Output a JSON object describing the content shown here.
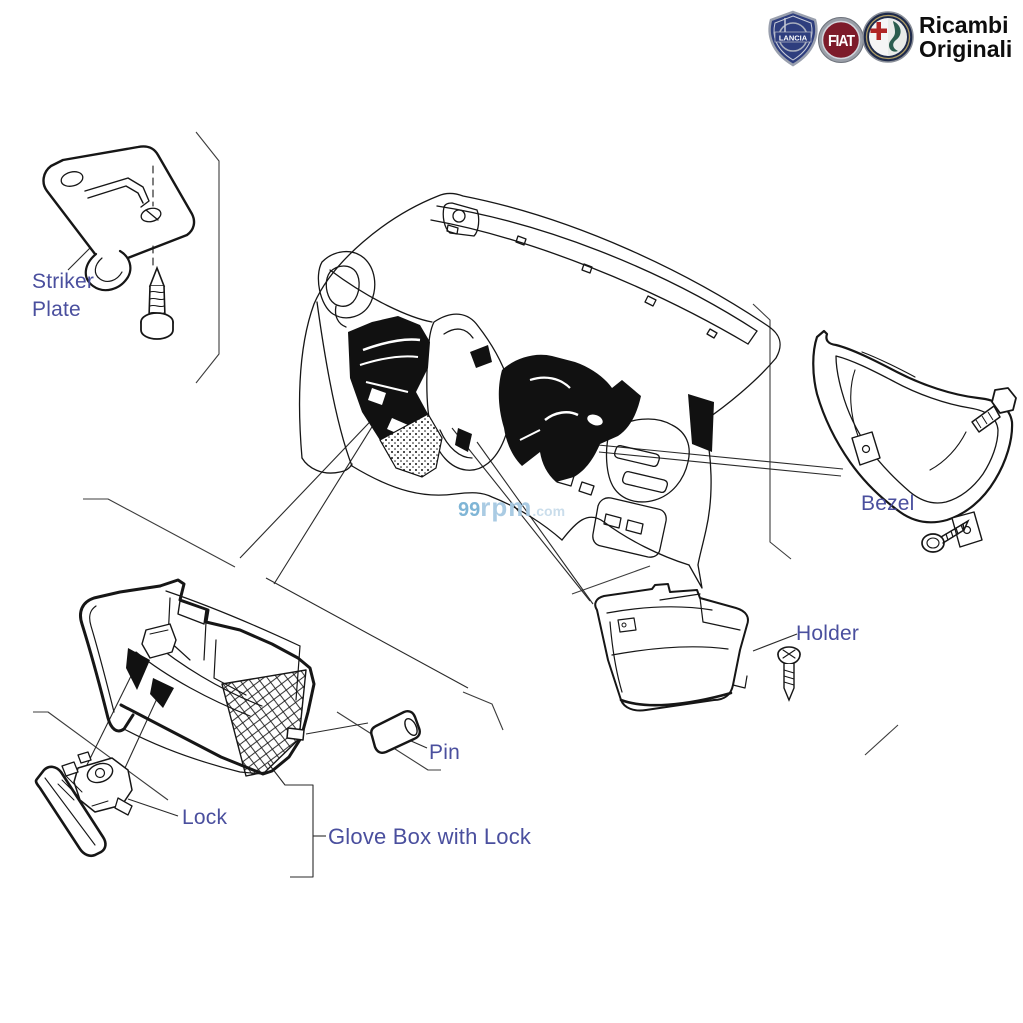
{
  "brand": {
    "line1": "Ricambi",
    "line2": "Originali",
    "lancia_text": "LANCIA",
    "fiat_text": "FIAT"
  },
  "watermark": {
    "part1": "99",
    "part2": "rpm",
    "part3": ".com"
  },
  "labels": {
    "striker_plate": "Striker\nPlate",
    "bezel": "Bezel",
    "holder": "Holder",
    "pin": "Pin",
    "lock": "Lock",
    "glove_box": "Glove Box with Lock"
  },
  "colors": {
    "label": "#4a4f9e",
    "line": "#161616",
    "watermark_strong": "#79b2d4",
    "watermark_mid": "#a6c9e2",
    "watermark_faint": "#c8dcea",
    "lancia_navy": "#2e3e7e",
    "fiat_maroon": "#7d1b2a",
    "alfa_green": "#2a5d4e"
  }
}
